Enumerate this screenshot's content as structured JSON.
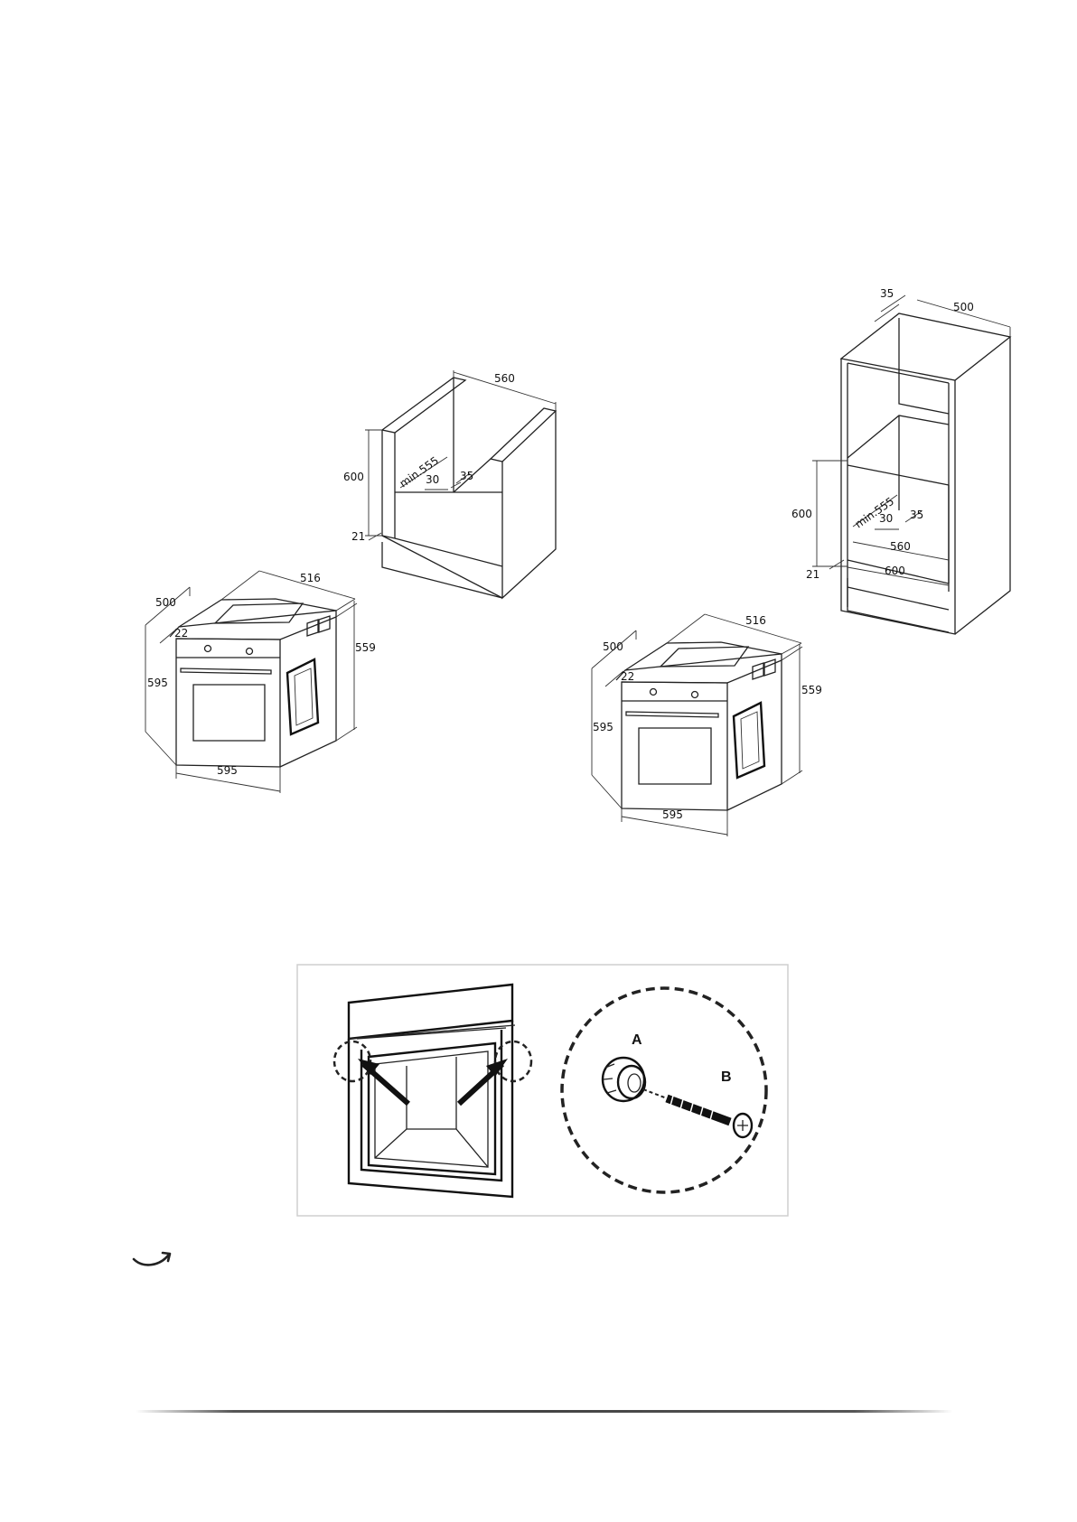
{
  "page": {
    "background": "#ffffff",
    "line_color": "#222222"
  },
  "fig_undercounter": {
    "cabinet": {
      "width": "560",
      "height": "600",
      "depth_min": "min.555",
      "gap_30": "30",
      "gap_35": "35",
      "base_21": "21"
    },
    "oven": {
      "depth": "500",
      "top_depth": "516",
      "height_right": "559",
      "height_front": "595",
      "width": "595",
      "panel": "22"
    }
  },
  "fig_column": {
    "cabinet": {
      "top_35": "35",
      "top_depth": "500",
      "height": "600",
      "depth_min": "min.555",
      "gap_30": "30",
      "gap_35": "35",
      "inner_width": "560",
      "outer_width": "600",
      "base_21": "21"
    },
    "oven": {
      "depth": "500",
      "top_depth": "516",
      "height_right": "559",
      "height_front": "595",
      "width": "595",
      "panel": "22"
    }
  },
  "fixing_detail": {
    "label_a": "A",
    "label_b": "B"
  },
  "icons": {
    "note": "curved-arrow-icon"
  }
}
